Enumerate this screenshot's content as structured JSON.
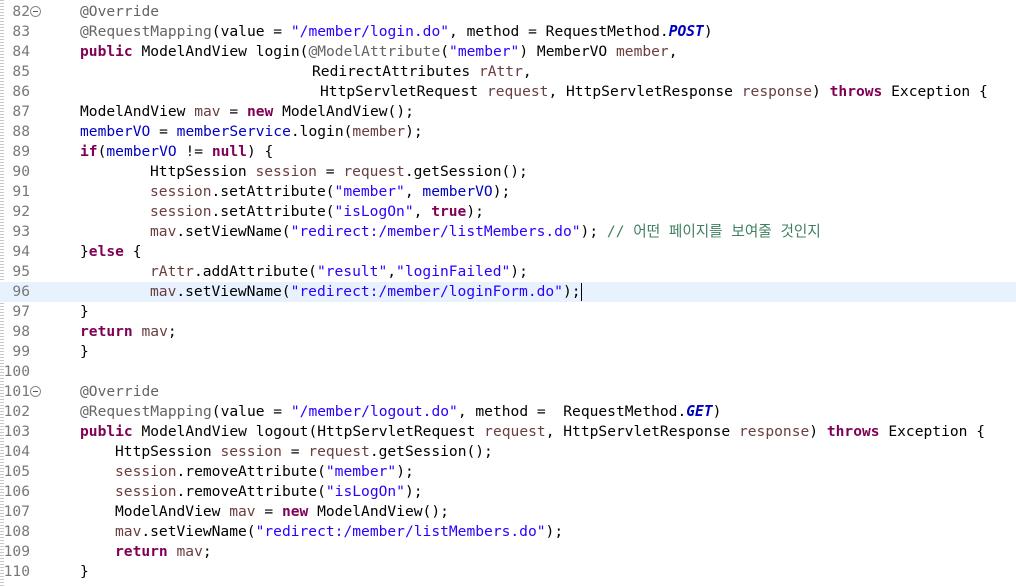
{
  "editor": {
    "current_line": 96,
    "lines": [
      {
        "num": "82",
        "fold": true,
        "indent": 80,
        "tokens": [
          {
            "t": "@Override",
            "k": "ann"
          }
        ]
      },
      {
        "num": "83",
        "indent": 80,
        "tokens": [
          {
            "t": "@RequestMapping",
            "k": "ann"
          },
          {
            "t": "(value = ",
            "k": "plain"
          },
          {
            "t": "\"/member/login.do\"",
            "k": "str"
          },
          {
            "t": ", method = RequestMethod.",
            "k": "plain"
          },
          {
            "t": "POST",
            "k": "static"
          },
          {
            "t": ")",
            "k": "plain"
          }
        ]
      },
      {
        "num": "84",
        "indent": 80,
        "tokens": [
          {
            "t": "public",
            "k": "kw"
          },
          {
            "t": " ModelAndView login(",
            "k": "plain"
          },
          {
            "t": "@ModelAttribute",
            "k": "ann"
          },
          {
            "t": "(",
            "k": "plain"
          },
          {
            "t": "\"member\"",
            "k": "str"
          },
          {
            "t": ") MemberVO ",
            "k": "plain"
          },
          {
            "t": "member",
            "k": "var"
          },
          {
            "t": ",",
            "k": "plain"
          }
        ]
      },
      {
        "num": "85",
        "indent": 312,
        "tokens": [
          {
            "t": "RedirectAttributes ",
            "k": "plain"
          },
          {
            "t": "rAttr",
            "k": "var"
          },
          {
            "t": ",",
            "k": "plain"
          }
        ]
      },
      {
        "num": "86",
        "indent": 320,
        "tokens": [
          {
            "t": "HttpServletRequest ",
            "k": "plain"
          },
          {
            "t": "request",
            "k": "var"
          },
          {
            "t": ", HttpServletResponse ",
            "k": "plain"
          },
          {
            "t": "response",
            "k": "var"
          },
          {
            "t": ") ",
            "k": "plain"
          },
          {
            "t": "throws",
            "k": "kw"
          },
          {
            "t": " Exception {",
            "k": "plain"
          }
        ]
      },
      {
        "num": "87",
        "indent": 80,
        "tokens": [
          {
            "t": "ModelAndView ",
            "k": "plain"
          },
          {
            "t": "mav",
            "k": "var"
          },
          {
            "t": " = ",
            "k": "plain"
          },
          {
            "t": "new",
            "k": "kw"
          },
          {
            "t": " ModelAndView();",
            "k": "plain"
          }
        ]
      },
      {
        "num": "88",
        "indent": 80,
        "tokens": [
          {
            "t": "memberVO",
            "k": "field"
          },
          {
            "t": " = ",
            "k": "plain"
          },
          {
            "t": "memberService",
            "k": "field"
          },
          {
            "t": ".login(",
            "k": "plain"
          },
          {
            "t": "member",
            "k": "var"
          },
          {
            "t": ");",
            "k": "plain"
          }
        ]
      },
      {
        "num": "89",
        "indent": 80,
        "tokens": [
          {
            "t": "if",
            "k": "kw"
          },
          {
            "t": "(",
            "k": "plain"
          },
          {
            "t": "memberVO",
            "k": "field"
          },
          {
            "t": " != ",
            "k": "plain"
          },
          {
            "t": "null",
            "k": "kw"
          },
          {
            "t": ") {",
            "k": "plain"
          }
        ]
      },
      {
        "num": "90",
        "indent": 150,
        "tokens": [
          {
            "t": "HttpSession ",
            "k": "plain"
          },
          {
            "t": "session",
            "k": "var"
          },
          {
            "t": " = ",
            "k": "plain"
          },
          {
            "t": "request",
            "k": "var"
          },
          {
            "t": ".getSession();",
            "k": "plain"
          }
        ]
      },
      {
        "num": "91",
        "indent": 150,
        "tokens": [
          {
            "t": "session",
            "k": "var"
          },
          {
            "t": ".setAttribute(",
            "k": "plain"
          },
          {
            "t": "\"member\"",
            "k": "str"
          },
          {
            "t": ", ",
            "k": "plain"
          },
          {
            "t": "memberVO",
            "k": "field"
          },
          {
            "t": ");",
            "k": "plain"
          }
        ]
      },
      {
        "num": "92",
        "indent": 150,
        "tokens": [
          {
            "t": "session",
            "k": "var"
          },
          {
            "t": ".setAttribute(",
            "k": "plain"
          },
          {
            "t": "\"isLogOn\"",
            "k": "str"
          },
          {
            "t": ", ",
            "k": "plain"
          },
          {
            "t": "true",
            "k": "kw"
          },
          {
            "t": ");",
            "k": "plain"
          }
        ]
      },
      {
        "num": "93",
        "indent": 150,
        "tokens": [
          {
            "t": "mav",
            "k": "var"
          },
          {
            "t": ".setViewName(",
            "k": "plain"
          },
          {
            "t": "\"redirect:/member/listMembers.do\"",
            "k": "str"
          },
          {
            "t": "); ",
            "k": "plain"
          },
          {
            "t": "// 어떤 페이지를 보여줄 것인지",
            "k": "cmt"
          }
        ]
      },
      {
        "num": "94",
        "indent": 80,
        "tokens": [
          {
            "t": "}",
            "k": "plain"
          },
          {
            "t": "else",
            "k": "kw"
          },
          {
            "t": " {",
            "k": "plain"
          }
        ]
      },
      {
        "num": "95",
        "indent": 150,
        "tokens": [
          {
            "t": "rAttr",
            "k": "var"
          },
          {
            "t": ".addAttribute(",
            "k": "plain"
          },
          {
            "t": "\"result\"",
            "k": "str"
          },
          {
            "t": ",",
            "k": "plain"
          },
          {
            "t": "\"loginFailed\"",
            "k": "str"
          },
          {
            "t": ");",
            "k": "plain"
          }
        ]
      },
      {
        "num": "96",
        "indent": 150,
        "caret": true,
        "tokens": [
          {
            "t": "mav",
            "k": "var"
          },
          {
            "t": ".setViewName(",
            "k": "plain"
          },
          {
            "t": "\"redirect:/member/loginForm.do\"",
            "k": "str"
          },
          {
            "t": ");",
            "k": "plain"
          }
        ]
      },
      {
        "num": "97",
        "indent": 80,
        "tokens": [
          {
            "t": "}",
            "k": "plain"
          }
        ]
      },
      {
        "num": "98",
        "indent": 80,
        "tokens": [
          {
            "t": "return",
            "k": "kw"
          },
          {
            "t": " ",
            "k": "plain"
          },
          {
            "t": "mav",
            "k": "var"
          },
          {
            "t": ";",
            "k": "plain"
          }
        ]
      },
      {
        "num": "99",
        "indent": 80,
        "tokens": [
          {
            "t": "}",
            "k": "plain"
          }
        ]
      },
      {
        "num": "100",
        "indent": 80,
        "tokens": []
      },
      {
        "num": "101",
        "fold": true,
        "indent": 80,
        "tokens": [
          {
            "t": "@Override",
            "k": "ann"
          }
        ]
      },
      {
        "num": "102",
        "indent": 80,
        "tokens": [
          {
            "t": "@RequestMapping",
            "k": "ann"
          },
          {
            "t": "(value = ",
            "k": "plain"
          },
          {
            "t": "\"/member/logout.do\"",
            "k": "str"
          },
          {
            "t": ", method =  RequestMethod.",
            "k": "plain"
          },
          {
            "t": "GET",
            "k": "static"
          },
          {
            "t": ")",
            "k": "plain"
          }
        ]
      },
      {
        "num": "103",
        "indent": 80,
        "tokens": [
          {
            "t": "public",
            "k": "kw"
          },
          {
            "t": " ModelAndView logout(HttpServletRequest ",
            "k": "plain"
          },
          {
            "t": "request",
            "k": "var"
          },
          {
            "t": ", HttpServletResponse ",
            "k": "plain"
          },
          {
            "t": "response",
            "k": "var"
          },
          {
            "t": ") ",
            "k": "plain"
          },
          {
            "t": "throws",
            "k": "kw"
          },
          {
            "t": " Exception {",
            "k": "plain"
          }
        ]
      },
      {
        "num": "104",
        "indent": 115,
        "tokens": [
          {
            "t": "HttpSession ",
            "k": "plain"
          },
          {
            "t": "session",
            "k": "var"
          },
          {
            "t": " = ",
            "k": "plain"
          },
          {
            "t": "request",
            "k": "var"
          },
          {
            "t": ".getSession();",
            "k": "plain"
          }
        ]
      },
      {
        "num": "105",
        "indent": 115,
        "tokens": [
          {
            "t": "session",
            "k": "var"
          },
          {
            "t": ".removeAttribute(",
            "k": "plain"
          },
          {
            "t": "\"member\"",
            "k": "str"
          },
          {
            "t": ");",
            "k": "plain"
          }
        ]
      },
      {
        "num": "106",
        "indent": 115,
        "tokens": [
          {
            "t": "session",
            "k": "var"
          },
          {
            "t": ".removeAttribute(",
            "k": "plain"
          },
          {
            "t": "\"isLogOn\"",
            "k": "str"
          },
          {
            "t": ");",
            "k": "plain"
          }
        ]
      },
      {
        "num": "107",
        "indent": 115,
        "tokens": [
          {
            "t": "ModelAndView ",
            "k": "plain"
          },
          {
            "t": "mav",
            "k": "var"
          },
          {
            "t": " = ",
            "k": "plain"
          },
          {
            "t": "new",
            "k": "kw"
          },
          {
            "t": " ModelAndView();",
            "k": "plain"
          }
        ]
      },
      {
        "num": "108",
        "indent": 115,
        "tokens": [
          {
            "t": "mav",
            "k": "var"
          },
          {
            "t": ".setViewName(",
            "k": "plain"
          },
          {
            "t": "\"redirect:/member/listMembers.do\"",
            "k": "str"
          },
          {
            "t": ");",
            "k": "plain"
          }
        ]
      },
      {
        "num": "109",
        "indent": 115,
        "tokens": [
          {
            "t": "return",
            "k": "kw"
          },
          {
            "t": " ",
            "k": "plain"
          },
          {
            "t": "mav",
            "k": "var"
          },
          {
            "t": ";",
            "k": "plain"
          }
        ]
      },
      {
        "num": "110",
        "indent": 80,
        "tokens": [
          {
            "t": "}",
            "k": "plain"
          }
        ]
      }
    ]
  }
}
